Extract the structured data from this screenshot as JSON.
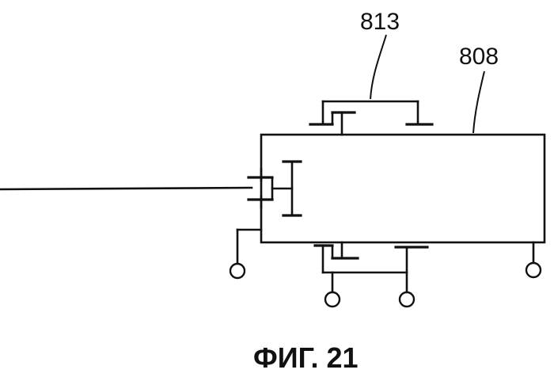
{
  "labels": {
    "ref_813": "813",
    "ref_808": "808"
  },
  "caption": "ФИГ. 21",
  "colors": {
    "ink": "#111111",
    "background": "#ffffff"
  }
}
